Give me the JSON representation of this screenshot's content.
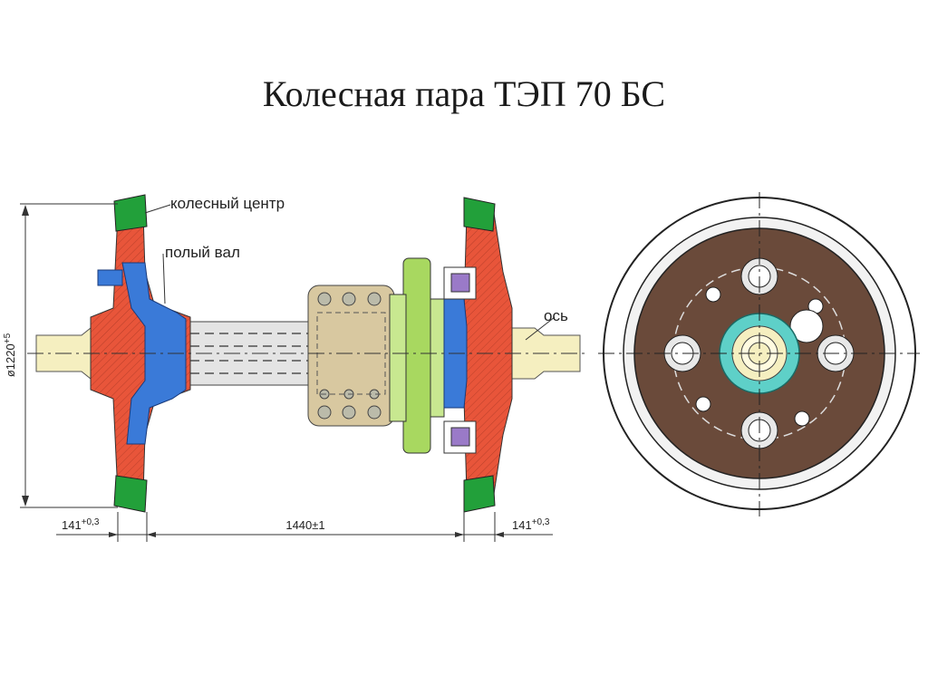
{
  "title": "Колесная пара ТЭП 70 БС",
  "labels": {
    "wheel_center": "колесный центр",
    "hollow_shaft": "полый вал",
    "axle": "ось"
  },
  "dimensions": {
    "diameter": "ø1220",
    "diameter_tol": "+5",
    "left_offset": "141",
    "left_offset_tol": "+0,3",
    "span": "1440±1",
    "right_offset": "141",
    "right_offset_tol": "+0,3"
  },
  "colors": {
    "rim": "#22a03a",
    "wheel_center": "#e8553a",
    "hollow_shaft": "#3a7ad8",
    "axle": "#f5efc0",
    "gear": "#a8d860",
    "housing": "#d8c8a0",
    "disc": "#6a4a3a",
    "hub": "#5ed0c8"
  }
}
